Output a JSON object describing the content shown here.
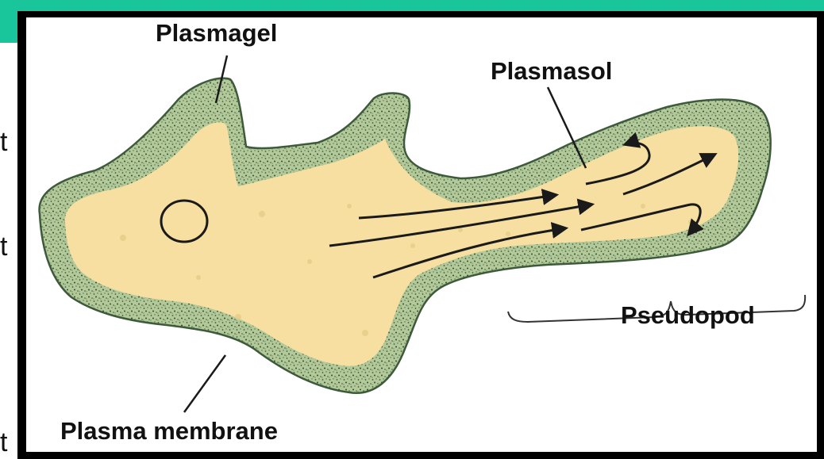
{
  "labels": {
    "plasmagel": "Plasmagel",
    "plasmasol": "Plasmasol",
    "pseudopod": "Pseudopod",
    "plasma_membrane": "Plasma membrane"
  },
  "background_slide": {
    "fragments": [
      "t",
      "t",
      "t"
    ]
  },
  "colors": {
    "accent_bar": "#19c59a",
    "frame": "#000000",
    "cytoplasm_fill": "#f6dfa0",
    "membrane_green": "#b3c99a",
    "stipple": "#3a5a3a"
  }
}
